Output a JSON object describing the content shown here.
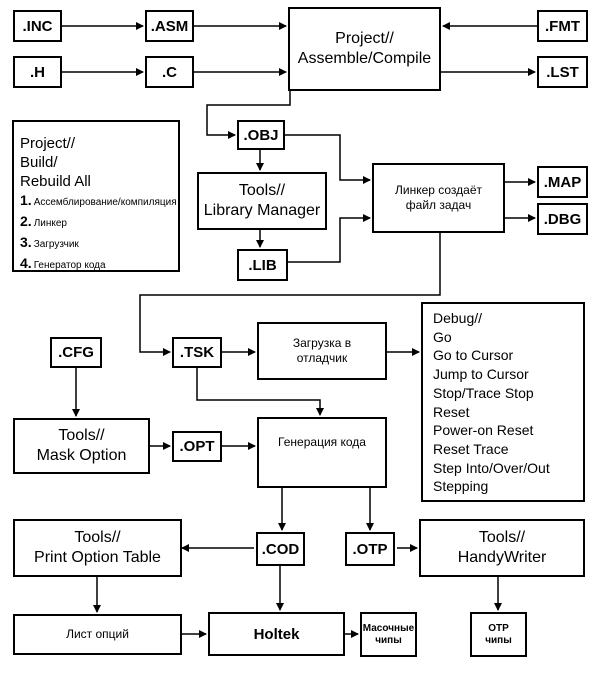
{
  "nodes": {
    "inc": ".INC",
    "asm": ".ASM",
    "h": ".H",
    "c": ".C",
    "project_compile": [
      "Project//",
      "Assemble/Compile"
    ],
    "fmt": ".FMT",
    "lst": ".LST",
    "obj": ".OBJ",
    "library_manager": [
      "Tools//",
      "Library Manager"
    ],
    "lib": ".LIB",
    "linker": [
      "Линкер создаёт",
      "файл задач"
    ],
    "map": ".MAP",
    "dbg": ".DBG",
    "tsk": ".TSK",
    "loader": [
      "Загрузка в",
      "отладчик"
    ],
    "cfg": ".CFG",
    "mask_option": [
      "Tools//",
      "Mask Option"
    ],
    "opt": ".OPT",
    "code_gen": "Генерация кода",
    "print_option": [
      "Tools//",
      "Print Option Table"
    ],
    "cod": ".COD",
    "otp": ".OTP",
    "handywriter": [
      "Tools//",
      "HandyWriter"
    ],
    "option_list": "Лист опций",
    "holtek": "Holtek",
    "mask_chips": [
      "Масочные",
      "чипы"
    ],
    "otp_chips": [
      "OTP",
      "чипы"
    ]
  },
  "build_panel": {
    "title": [
      "Project//",
      "Build/",
      "Rebuild All"
    ],
    "steps": [
      {
        "num": "1.",
        "text": "Ассемблирование/компиляция"
      },
      {
        "num": "2.",
        "text": "Линкер"
      },
      {
        "num": "3.",
        "text": "Загрузчик"
      },
      {
        "num": "4.",
        "text": "Генератор кода"
      }
    ]
  },
  "debug_panel": {
    "items": [
      "Debug//",
      "Go",
      "Go to Cursor",
      "Jump to Cursor",
      "Stop/Trace Stop",
      "Reset",
      "Power-on Reset",
      "Reset Trace",
      "Step Into/Over/Out",
      "Stepping"
    ]
  }
}
